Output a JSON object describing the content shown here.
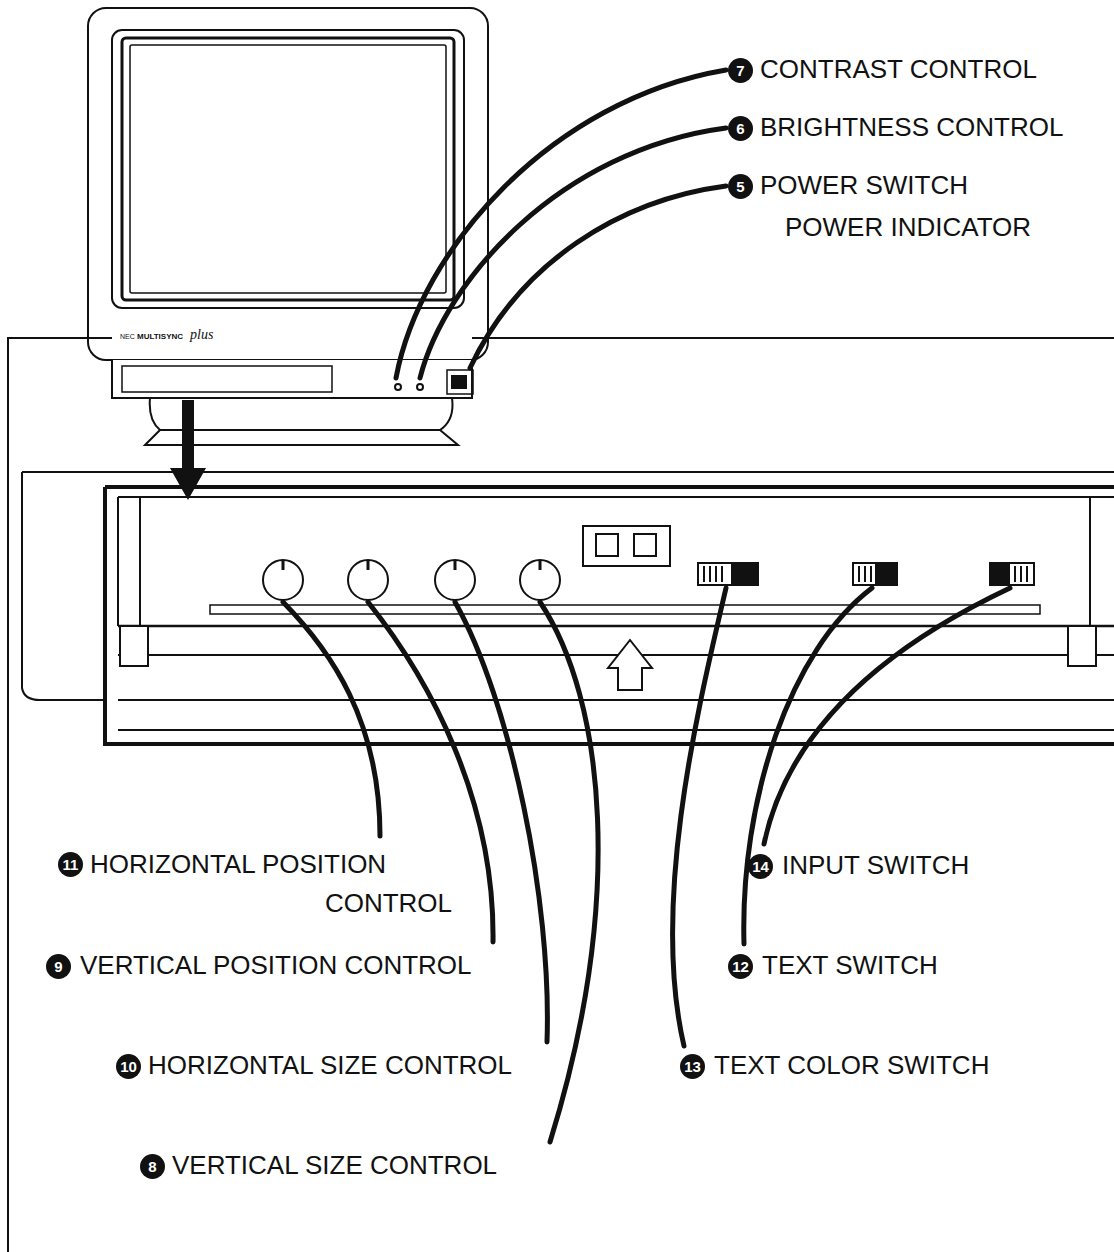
{
  "diagram": {
    "labels": [
      "7",
      "CONTRAST CONTROL",
      "6",
      "BRIGHTNESS CONTROL",
      "5",
      "POWER SWITCH",
      "POWER INDICATOR",
      "NEC",
      "MULTISYNC",
      "plus",
      "11",
      "HORIZONTAL POSITION CONTROL",
      "9",
      "VERTICAL POSITION CONTROL",
      "10",
      "HORIZONTAL SIZE CONTROL",
      "8",
      "VERTICAL SIZE CONTROL",
      "14",
      "INPUT SWITCH",
      "12",
      "TEXT SWITCH",
      "13",
      "TEXT COLOR SWITCH"
    ]
  }
}
